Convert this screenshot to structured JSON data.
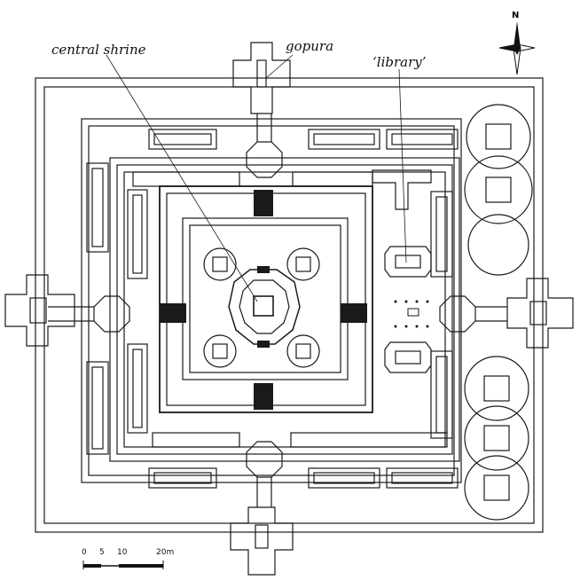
{
  "labels": {
    "central_shrine": "central shrine",
    "gopura": "gopura",
    "library": "‘library’"
  },
  "compass": {
    "north": "N"
  },
  "scale": {
    "ticks": [
      "0",
      "5",
      "10",
      "20m"
    ]
  },
  "colors": {
    "ink": "#1a1a1a",
    "paper": "#ffffff"
  }
}
